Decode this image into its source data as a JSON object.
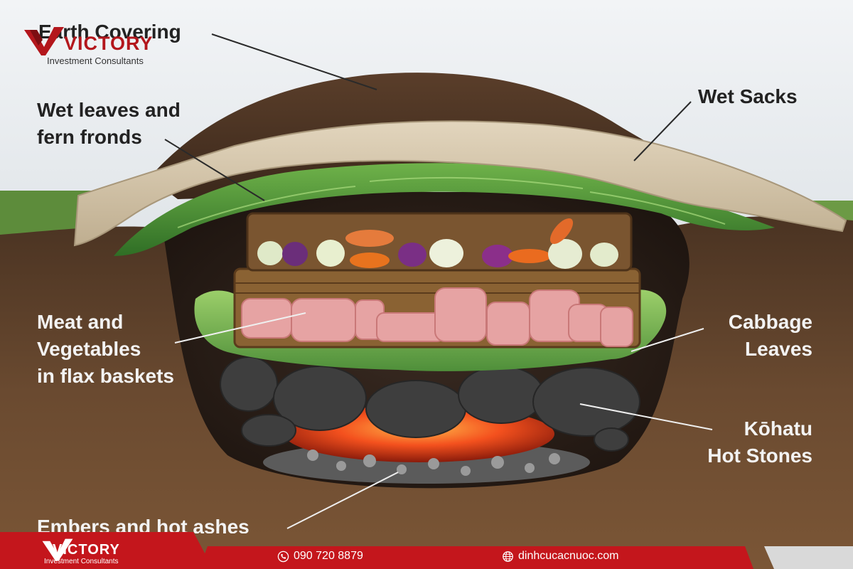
{
  "diagram": {
    "labels": {
      "earth_covering": "Earth Covering",
      "wet_leaves": "Wet leaves and\nfern fronds",
      "wet_sacks": "Wet Sacks",
      "meat_veg": "Meat and\nVegetables\nin flax baskets",
      "cabbage": "Cabbage\nLeaves",
      "hot_stones": "Kōhatu\nHot Stones",
      "embers": "Embers and hot ashes"
    }
  },
  "brand": {
    "name": "VICTORY",
    "tagline": "Investment Consultants",
    "color": "#c4161c"
  },
  "footer": {
    "phone": "090 720 8879",
    "website": "dinhcucacnuoc.com",
    "phone_icon": "phone-icon",
    "web_icon": "globe-icon"
  }
}
